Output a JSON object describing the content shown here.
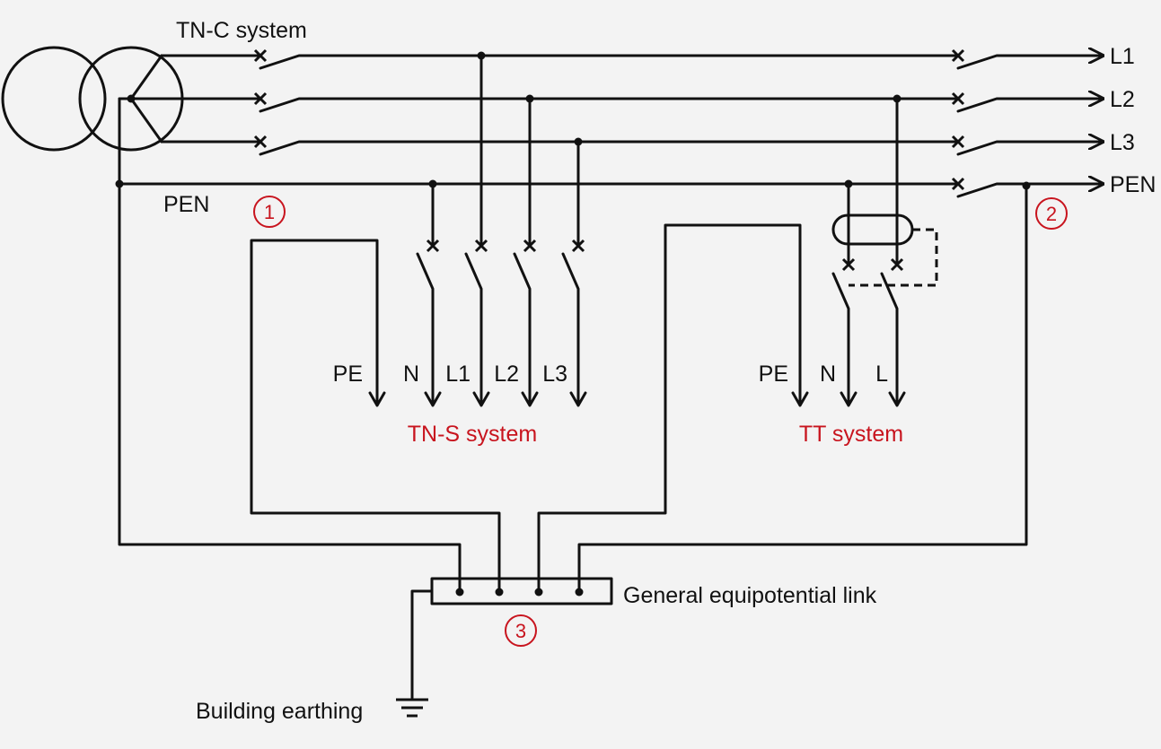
{
  "title": "TN-C system",
  "main_lines": [
    "L1",
    "L2",
    "L3",
    "PEN"
  ],
  "pen_label": "PEN",
  "tns": {
    "conductors": [
      "PE",
      "N",
      "L1",
      "L2",
      "L3"
    ],
    "name": "TN-S system"
  },
  "tt": {
    "conductors": [
      "PE",
      "N",
      "L"
    ],
    "name": "TT system"
  },
  "link_label": "General equipotential link",
  "earthing_label": "Building earthing",
  "markers": [
    "1",
    "2",
    "3"
  ],
  "colors": {
    "accent": "#c8141e",
    "line": "#111111",
    "background": "#f3f3f3"
  }
}
